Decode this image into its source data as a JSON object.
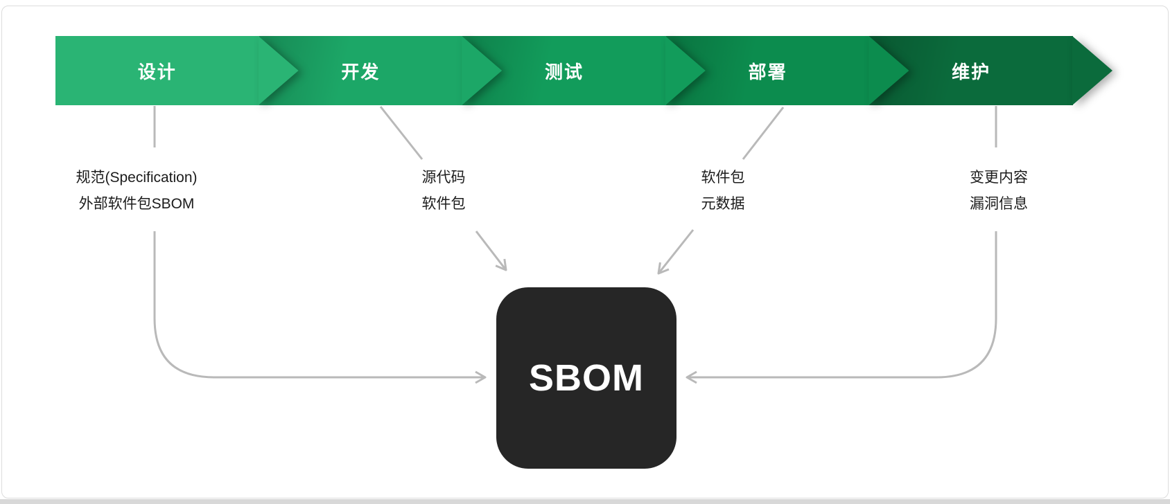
{
  "pipeline": {
    "stages": [
      {
        "id": "design",
        "label": "设计",
        "color": "#2ab474"
      },
      {
        "id": "development",
        "label": "开发",
        "color": "#1ca767"
      },
      {
        "id": "testing",
        "label": "测试",
        "color": "#129c5b"
      },
      {
        "id": "deployment",
        "label": "部署",
        "color": "#0c8c4e"
      },
      {
        "id": "maintenance",
        "label": "维护",
        "color": "#0b6b3c"
      }
    ]
  },
  "annotations": [
    {
      "stage": "design",
      "lines": [
        "规范(Specification)",
        "外部软件包SBOM"
      ]
    },
    {
      "stage": "development",
      "lines": [
        "源代码",
        "软件包"
      ]
    },
    {
      "stage": "deployment",
      "lines": [
        "软件包",
        "元数据"
      ]
    },
    {
      "stage": "maintenance",
      "lines": [
        "变更内容",
        "漏洞信息"
      ]
    }
  ],
  "sbom": {
    "label": "SBOM",
    "background": "#262626",
    "text_color": "#ffffff"
  },
  "colors": {
    "connector": "#b9b9b9",
    "card_border": "#dcdcdc"
  }
}
